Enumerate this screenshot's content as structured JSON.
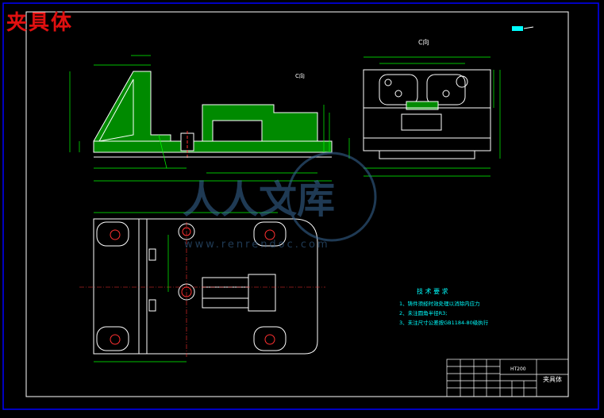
{
  "drawing": {
    "title": "夹具体",
    "view_label_top": "C向",
    "view_label_side": "C向",
    "material": "HT200",
    "part_name": "夹具体",
    "watermark_cn": "人人文库",
    "watermark_url": "www.renrendoc.com"
  },
  "tech_requirements": {
    "heading": "技 术 要 求",
    "items": [
      "1、铸件须经时效处理以消除内应力",
      "2、未注圆角半径R3;",
      "3、未注尺寸公差按GB1184-80级执行"
    ]
  },
  "colors": {
    "background": "#000000",
    "outline": "#ffffff",
    "dimension": "#00ff00",
    "hatch": "#00c000",
    "border": "#0000ff",
    "title_red": "#e01010",
    "note_cyan": "#00ffff",
    "centerline": "#ff3030",
    "watermark": "#3a6a9a"
  }
}
